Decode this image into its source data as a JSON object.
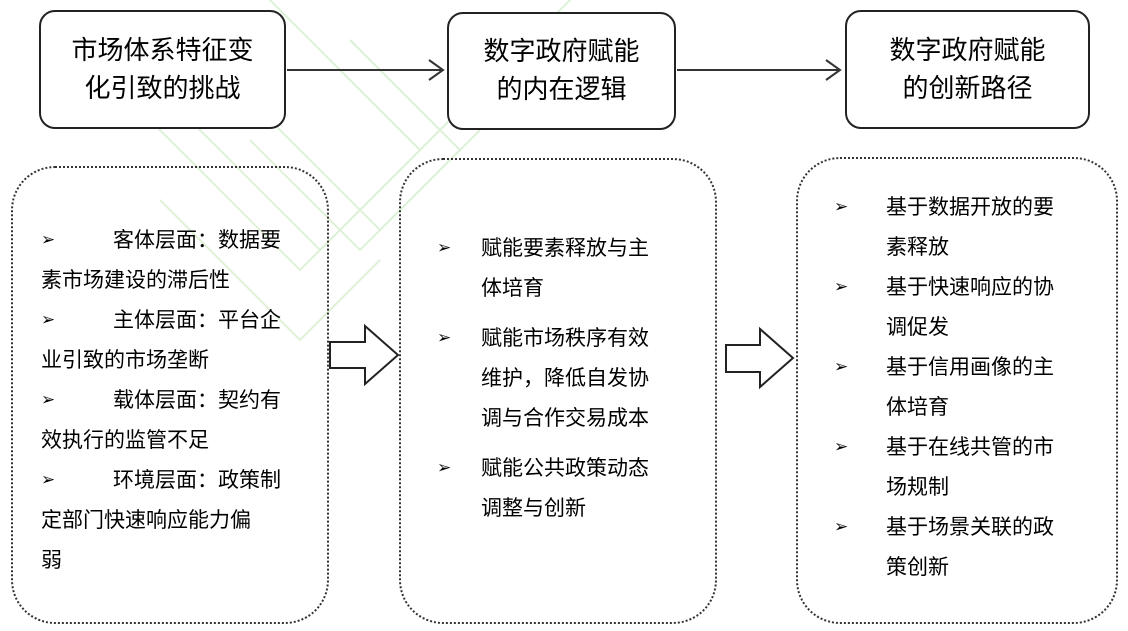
{
  "stages": [
    {
      "title_line1": "市场体系特征变",
      "title_line2": "化引致的挑战"
    },
    {
      "title_line1": "数字政府赋能",
      "title_line2": "的内在逻辑"
    },
    {
      "title_line1": "数字政府赋能",
      "title_line2": "的创新路径"
    }
  ],
  "bullet_symbol": "➢",
  "col1": [
    {
      "line1": "客体层面：数据要",
      "line2": "素市场建设的滞后性"
    },
    {
      "line1": "主体层面：平台企",
      "line2": "业引致的市场垄断"
    },
    {
      "line1": "载体层面：契约有",
      "line2": "效执行的监管不足"
    },
    {
      "line1": "环境层面：政策制",
      "line2": "定部门快速响应能力偏",
      "line3": "弱"
    }
  ],
  "col2": [
    {
      "line1": "赋能要素释放与主",
      "line2": "体培育"
    },
    {
      "line1": "赋能市场秩序有效",
      "line2": "维护，降低自发协",
      "line3": "调与合作交易成本"
    },
    {
      "line1": "赋能公共政策动态",
      "line2": "调整与创新"
    }
  ],
  "col3": [
    {
      "line1": "基于数据开放的要",
      "line2": "素释放"
    },
    {
      "line1": "基于快速响应的协",
      "line2": "调促发"
    },
    {
      "line1": "基于信用画像的主",
      "line2": "体培育"
    },
    {
      "line1": "基于在线共管的市",
      "line2": "场规制"
    },
    {
      "line1": "基于场景关联的政",
      "line2": "策创新"
    }
  ]
}
